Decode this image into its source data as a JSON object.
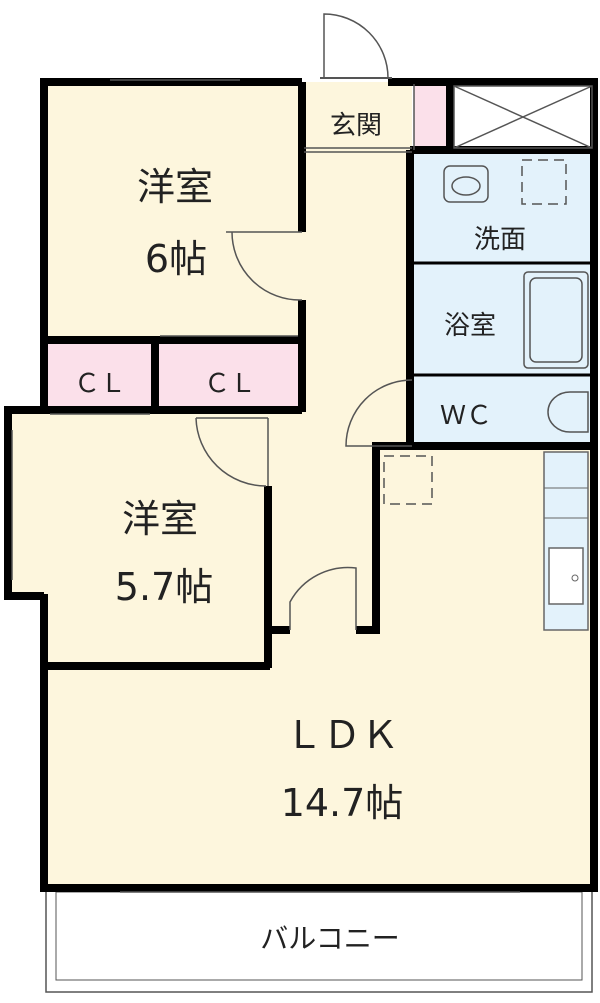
{
  "rooms": {
    "western_room_1": {
      "name": "洋室",
      "size": "6帖"
    },
    "western_room_2": {
      "name": "洋室",
      "size": "5.7帖"
    },
    "ldk": {
      "name": "ＬＤＫ",
      "size": "14.7帖"
    },
    "closet_1": "ＣＬ",
    "closet_2": "ＣＬ",
    "entrance": "玄関",
    "washroom": "洗面",
    "bathroom": "浴室",
    "toilet": "ＷＣ",
    "balcony": "バルコニー"
  },
  "colors": {
    "living_floor": "#fdf6dd",
    "wet_area": "#e3f2fb",
    "closet": "#fbe0ea",
    "wall": "#000000",
    "line": "#555555"
  }
}
